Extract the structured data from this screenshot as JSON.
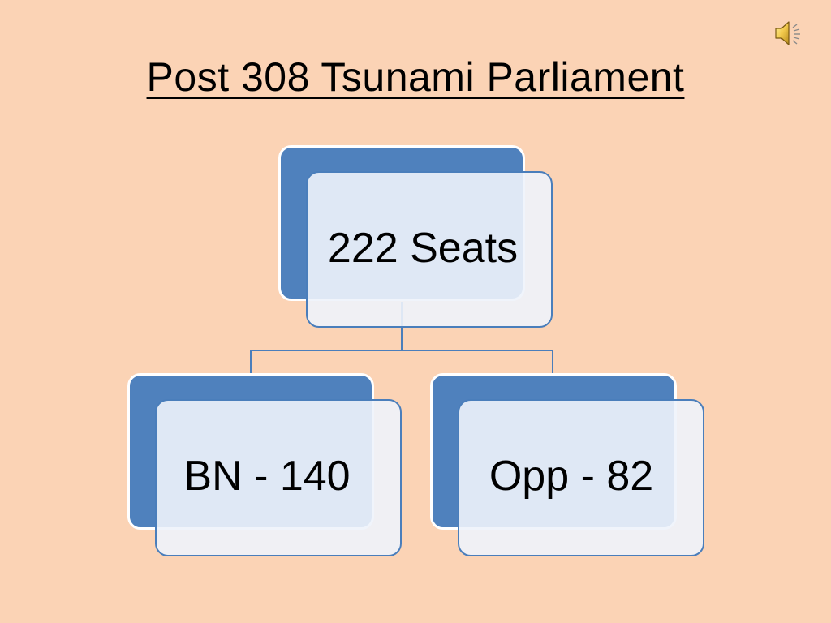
{
  "slide": {
    "title": "Post 308 Tsunami Parliament",
    "background_color": "#fbd3b5",
    "speaker_icon": "speaker-icon"
  },
  "diagram": {
    "root": {
      "label": "222 Seats"
    },
    "children": [
      {
        "label": "BN - 140"
      },
      {
        "label": "Opp - 82"
      }
    ],
    "colors": {
      "shape_back": "#4f81bd",
      "shape_front": "#eef3fb",
      "outline": "#4a7ebb",
      "connector": "#4a7ebb"
    }
  }
}
